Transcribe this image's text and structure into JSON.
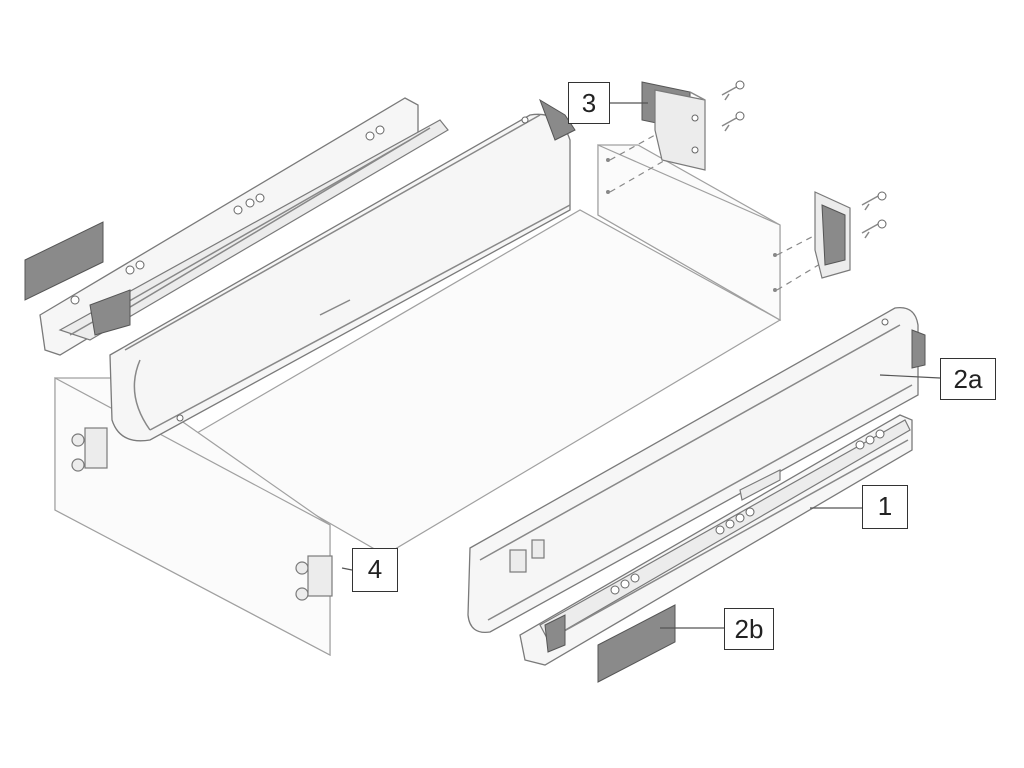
{
  "callouts": {
    "c1": "1",
    "c2a": "2a",
    "c2b": "2b",
    "c3": "3",
    "c4": "4"
  },
  "colors": {
    "line": "#888888",
    "fill": "#f6f6f6",
    "cap": "#8a8a8a"
  }
}
